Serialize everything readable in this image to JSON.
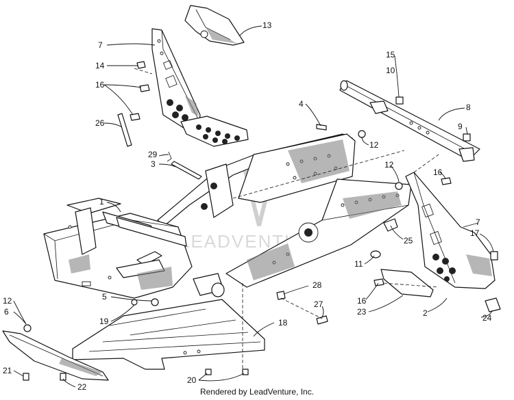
{
  "callouts": {
    "c1": "1",
    "c2": "2",
    "c3": "3",
    "c4": "4",
    "c5": "5",
    "c6": "6",
    "c7a": "7",
    "c7b": "7",
    "c8": "8",
    "c9": "9",
    "c10": "10",
    "c11": "11",
    "c12a": "12",
    "c12b": "12",
    "c12c": "12",
    "c13": "13",
    "c14": "14",
    "c15": "15",
    "c16a": "16",
    "c16b": "16",
    "c16c": "16",
    "c17": "17",
    "c18": "18",
    "c19": "19",
    "c20": "20",
    "c21": "21",
    "c22": "22",
    "c23": "23",
    "c24": "24",
    "c25": "25",
    "c26": "26",
    "c27": "27",
    "c28": "28",
    "c29": "29"
  },
  "watermark_text": "LEADVENTURE",
  "footer_text": "Rendered by LeadVenture, Inc."
}
